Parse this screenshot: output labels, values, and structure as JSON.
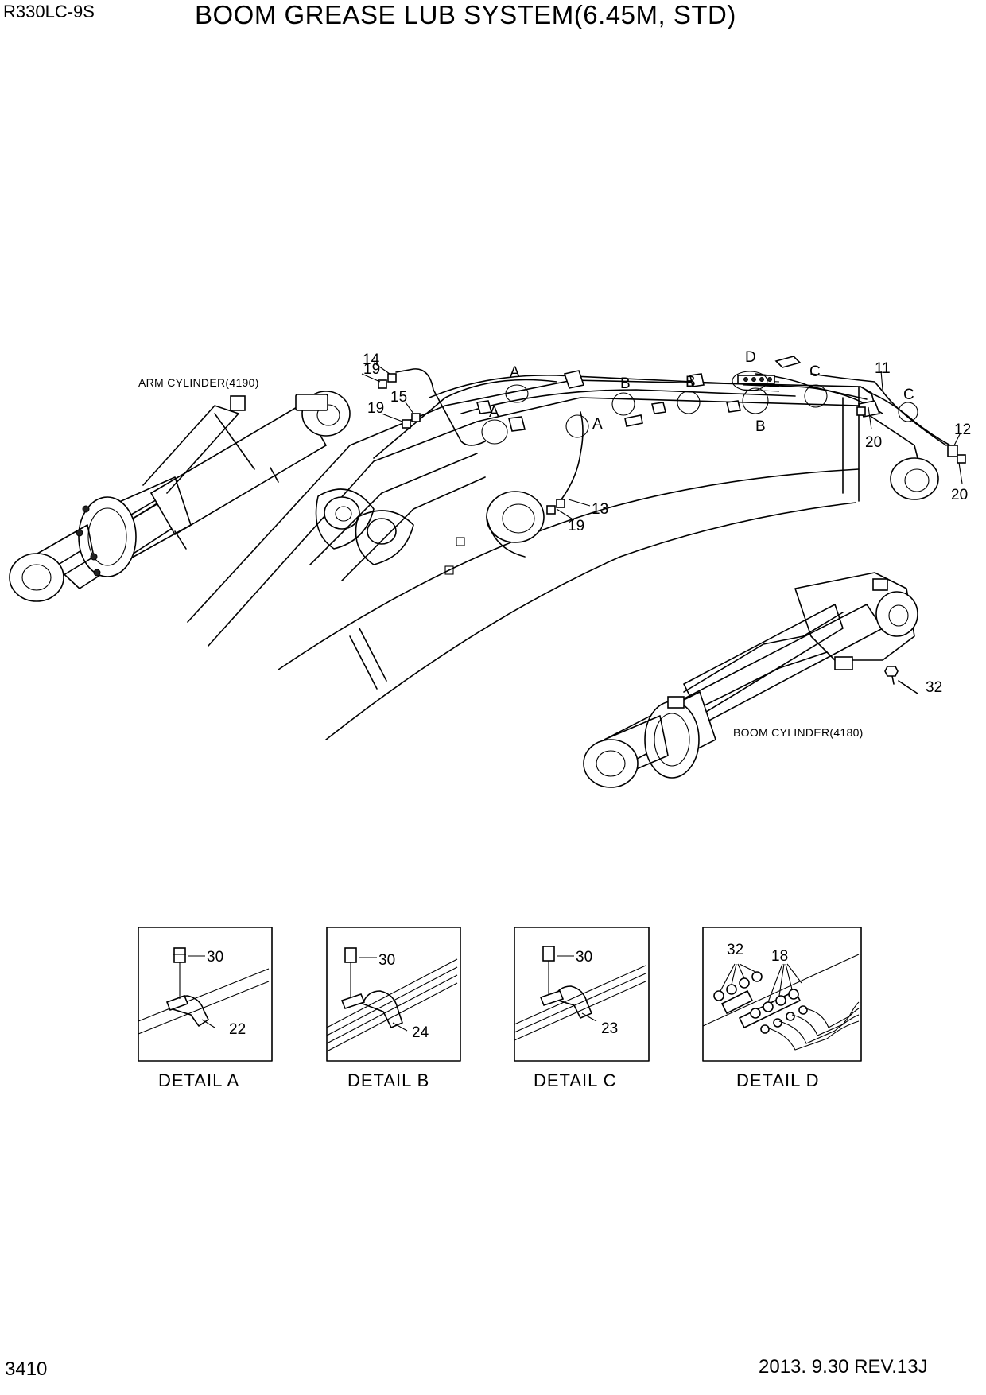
{
  "header": {
    "model": "R330LC-9S",
    "title": "BOOM GREASE LUB SYSTEM(6.45M, STD)"
  },
  "footer": {
    "page_number": "3410",
    "revision": "2013. 9.30  REV.13J"
  },
  "diagram": {
    "arm_cylinder_label": "ARM CYLINDER(4190)",
    "boom_cylinder_label": "BOOM CYLINDER(4180)",
    "callouts": {
      "c11": "11",
      "c12": "12",
      "c13": "13",
      "c14": "14",
      "c15": "15",
      "c19a": "19",
      "c19b": "19",
      "c19c": "19",
      "c20a": "20",
      "c20b": "20",
      "c32": "32"
    },
    "detail_markers": {
      "a1": "A",
      "a2": "A",
      "a3": "A",
      "b1": "B",
      "b2": "B",
      "b3": "B",
      "c1": "C",
      "c2": "C",
      "d1": "D"
    }
  },
  "details": [
    {
      "caption": "DETAIL  A",
      "callouts": [
        "30",
        "22"
      ]
    },
    {
      "caption": "DETAIL  B",
      "callouts": [
        "30",
        "24"
      ]
    },
    {
      "caption": "DETAIL  C",
      "callouts": [
        "30",
        "23"
      ]
    },
    {
      "caption": "DETAIL  D",
      "callouts": [
        "32",
        "18"
      ]
    }
  ]
}
